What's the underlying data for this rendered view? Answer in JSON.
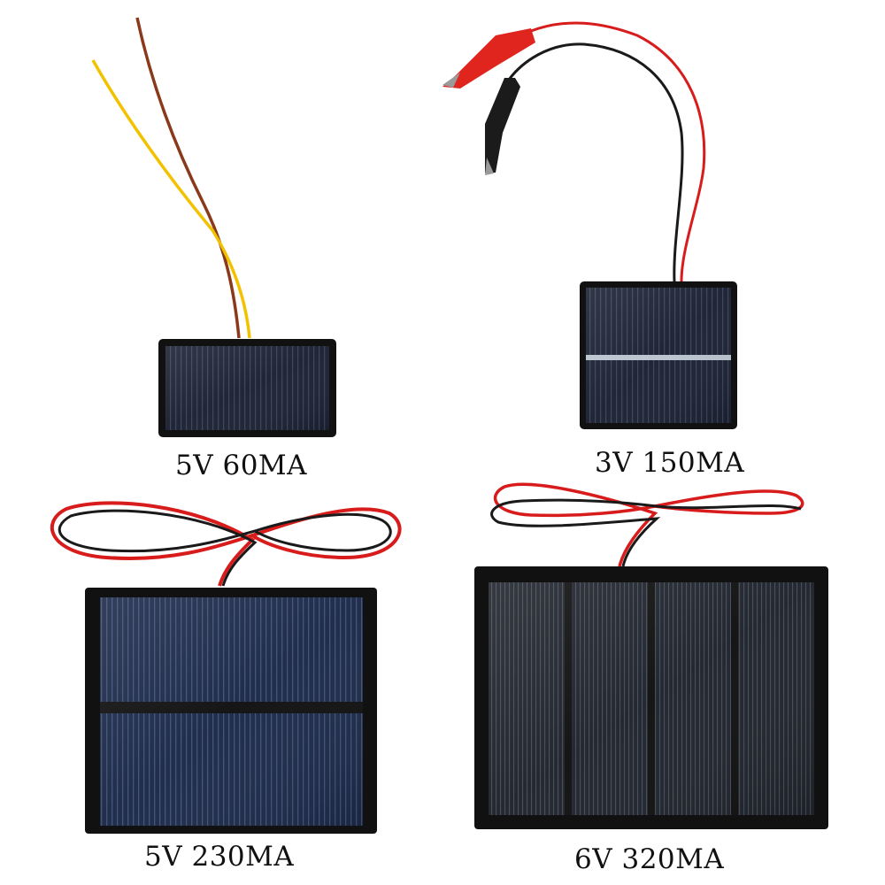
{
  "panels": [
    {
      "id": "panel-5v-60ma",
      "label": "5V 60MA"
    },
    {
      "id": "panel-3v-150ma",
      "label": "3V 150MA"
    },
    {
      "id": "panel-5v-230ma",
      "label": "5V 230MA"
    },
    {
      "id": "panel-6v-320ma",
      "label": "6V 320MA"
    }
  ],
  "colors": {
    "background": "#ffffff",
    "wire_red": "#d81c1c",
    "wire_black": "#1a1a1a",
    "wire_yellow": "#f2c200",
    "wire_brown": "#8a3a1a",
    "panel_frame": "#111111",
    "panel_cell": "#1c2233",
    "panel_cell_blue": "#1d2a48",
    "busbar": "#b9c4cf",
    "clip_red": "#e0241e",
    "clip_black": "#1b1b1b"
  }
}
